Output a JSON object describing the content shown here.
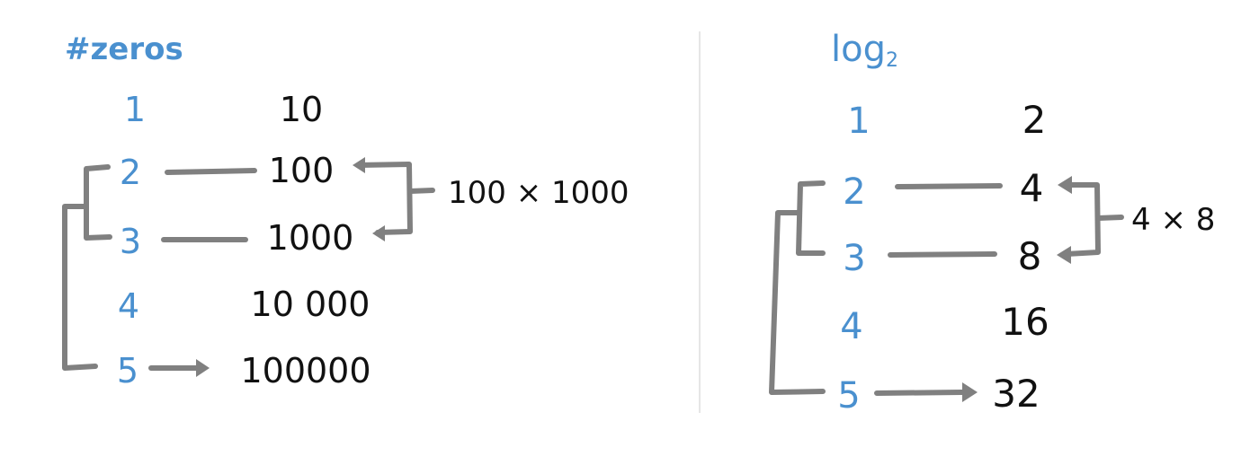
{
  "colors": {
    "index": "#4a90cf",
    "value": "#111111",
    "connector": "#808080",
    "divider": "#dddddd"
  },
  "left": {
    "title": "#zeros",
    "rows": [
      {
        "index": "1",
        "value": "10"
      },
      {
        "index": "2",
        "value": "100"
      },
      {
        "index": "3",
        "value": "1000"
      },
      {
        "index": "4",
        "value": "10 000"
      },
      {
        "index": "5",
        "value": "100000"
      }
    ],
    "product": "100 × 1000"
  },
  "right": {
    "title": "log",
    "title_subscript": "2",
    "rows": [
      {
        "index": "1",
        "value": "2"
      },
      {
        "index": "2",
        "value": "4"
      },
      {
        "index": "3",
        "value": "8"
      },
      {
        "index": "4",
        "value": "16"
      },
      {
        "index": "5",
        "value": "32"
      }
    ],
    "product": "4 × 8"
  }
}
